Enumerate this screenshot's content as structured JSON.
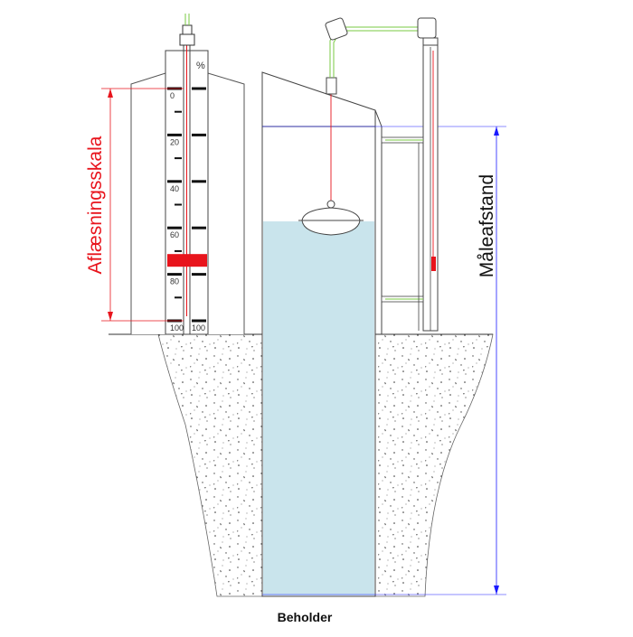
{
  "scale": {
    "percent_sign": "%",
    "marks": [
      "0",
      "20",
      "40",
      "60",
      "80",
      "100"
    ],
    "right_mark": "100",
    "indicator_level_percent": 74
  },
  "labels": {
    "reading_scale": "Aflæsningsskala",
    "measuring_distance": "Måleafstand",
    "container": "Beholder"
  },
  "colors": {
    "liquid": "#c9e4ec",
    "indicator": "#e8141c",
    "dimension_red": "#e8141c",
    "dimension_blue": "#1a1aff",
    "cable": "#7ac943",
    "outline": "#333333"
  }
}
